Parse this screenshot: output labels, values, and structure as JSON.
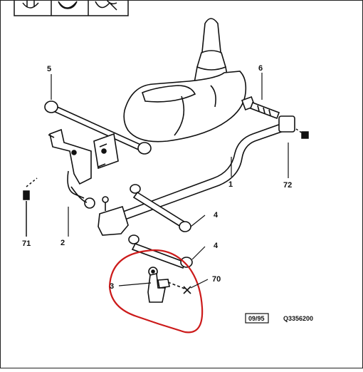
{
  "callouts": {
    "c5": "5",
    "c6": "6",
    "c1": "1",
    "c72": "72",
    "c71": "71",
    "c2": "2",
    "c4a": "4",
    "c4b": "4",
    "c3": "3",
    "c70": "70"
  },
  "footer": {
    "date_code": "09/95",
    "figure_ref": "Q3356200"
  },
  "colors": {
    "ink": "#111111",
    "annotation_circle": "#cc1a1a",
    "background": "#ffffff"
  }
}
